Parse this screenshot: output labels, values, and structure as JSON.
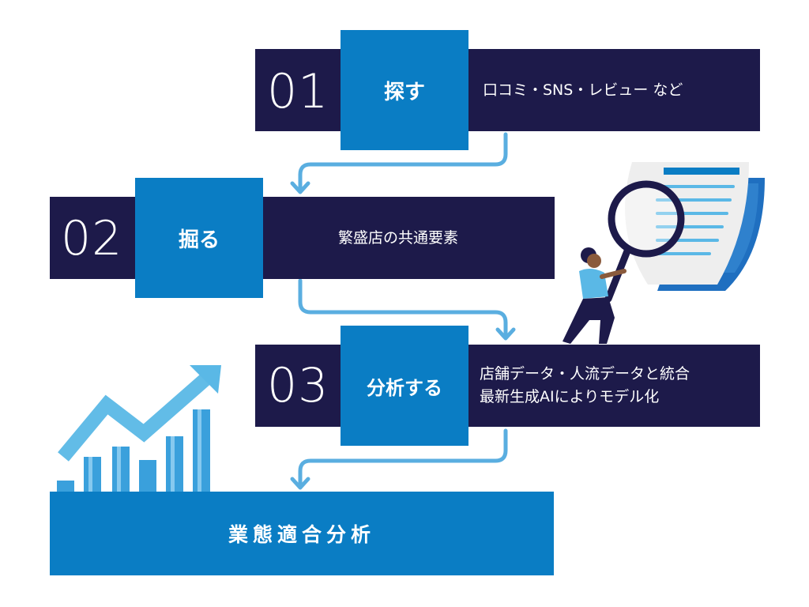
{
  "steps": [
    {
      "number": "01",
      "title": "探す",
      "description": [
        "口コミ・SNS・レビュー など"
      ]
    },
    {
      "number": "02",
      "title": "掘る",
      "description": [
        "繁盛店の共通要素"
      ]
    },
    {
      "number": "03",
      "title": "分析する",
      "description": [
        "店舗データ・人流データと統合",
        "最新生成AIによりモデル化"
      ]
    }
  ],
  "result": {
    "label": "業態適合分析"
  },
  "colors": {
    "navy": "#1d1a4a",
    "blue": "#0a7dc4",
    "arrow": "#5aaee0",
    "light_blue": "#3aa0dc"
  },
  "icons": [
    "magnifier-document-illustration",
    "growth-chart-illustration"
  ]
}
